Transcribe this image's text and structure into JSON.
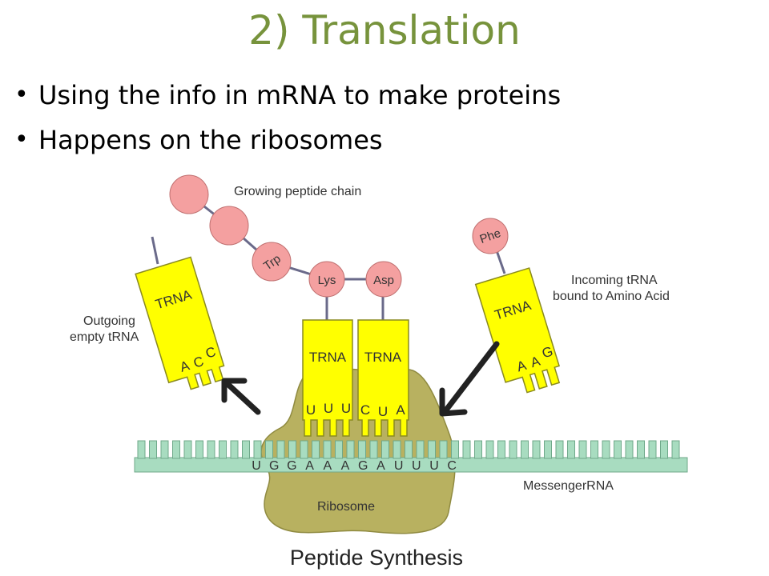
{
  "slide": {
    "title": "2) Translation",
    "bullets": [
      "Using the info in mRNA to make proteins",
      "Happens on the ribosomes"
    ]
  },
  "diagram": {
    "caption": "Peptide Synthesis",
    "labels": {
      "growing_chain": "Growing peptide chain",
      "outgoing_line1": "Outgoing",
      "outgoing_line2": "empty tRNA",
      "incoming_line1": "Incoming  tRNA",
      "incoming_line2": "bound to Amino Acid",
      "mrna": "MessengerRNA",
      "ribosome": "Ribosome"
    },
    "amino_acids": {
      "trp": "Trp",
      "lys": "Lys",
      "asp": "Asp",
      "phe": "Phe"
    },
    "trna_label": "TRNA",
    "anticodons": {
      "outgoing": [
        "A",
        "C",
        "C"
      ],
      "left_bound": [
        "U",
        "U",
        "U"
      ],
      "right_bound": [
        "C",
        "U",
        "A"
      ],
      "incoming": [
        "A",
        "A",
        "G"
      ]
    },
    "mrna_sequence": [
      "U",
      "G",
      "G",
      "A",
      "A",
      "A",
      "G",
      "A",
      "U",
      "U",
      "U",
      "C"
    ],
    "colors": {
      "title": "#77933c",
      "trna": "#ffff00",
      "amino_acid": "#f4a0a0",
      "ribosome": "#b8b160",
      "mrna": "#a8dcc0"
    }
  }
}
